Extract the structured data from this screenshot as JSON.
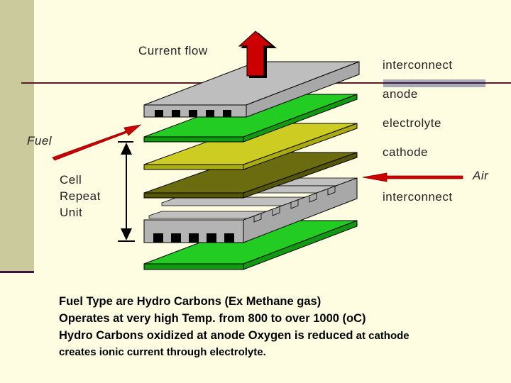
{
  "slide": {
    "background_color": "#FFFDE1",
    "sidebar_color": "#CACA9C",
    "rule_color": "#5A1A2A"
  },
  "diagram": {
    "title_label": "Current flow",
    "layer_labels": [
      {
        "id": "interconnect_top",
        "label": "interconnect"
      },
      {
        "id": "anode",
        "label": "anode"
      },
      {
        "id": "electrolyte",
        "label": "electrolyte"
      },
      {
        "id": "cathode",
        "label": "cathode"
      },
      {
        "id": "interconnect_bottom",
        "label": "interconnect"
      }
    ],
    "fuel_label": "Fuel",
    "air_label": "Air",
    "cell_repeat_unit": [
      "Cell",
      "Repeat",
      "Unit"
    ],
    "colors": {
      "interconnect": "#B4B4B4",
      "anode": "#22CC22",
      "electrolyte": "#CCCC22",
      "cathode": "#6B6B10",
      "arrow": "#CC0000"
    }
  },
  "notes": {
    "line1": "Fuel Type are Hydro Carbons  (Ex Methane gas)",
    "line2": "Operates at very high Temp.  from 800 to over 1000 (oC)",
    "line3_main": "Hydro Carbons oxidized at anode Oxygen is reduced",
    "line3_tail": " at cathode",
    "line4": "creates ionic current through electrolyte."
  }
}
